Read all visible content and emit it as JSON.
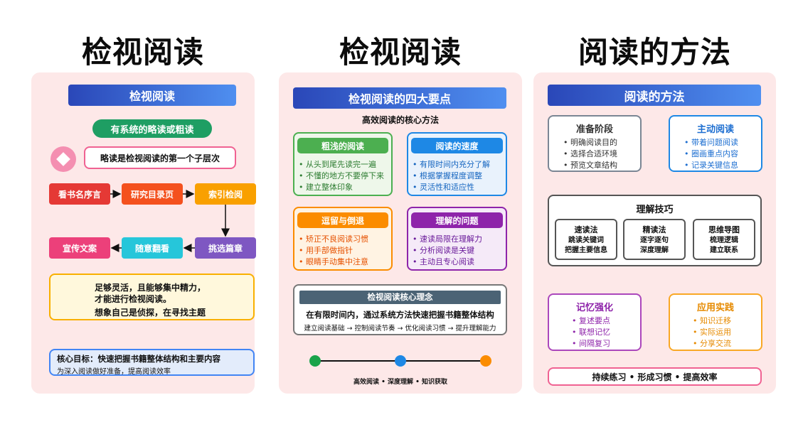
{
  "titles": [
    "检视阅读",
    "检视阅读",
    "阅读的方法"
  ],
  "panel1": {
    "header": "检视阅读",
    "green_pill": "有系统的略读或粗读",
    "note": "略读是检视阅读的第一个子层次",
    "flow": [
      "看书名序言",
      "研究目录页",
      "索引检阅",
      "挑选篇章",
      "随意翻看",
      "宣传文案"
    ],
    "yellow_lines": [
      "足够灵活，且能够集中精力，",
      "才能进行检视阅读。",
      "想象自己是侦探，在寻找主题"
    ],
    "goal_title": "核心目标：快速把握书籍整体结构和主要内容",
    "goal_sub": "为深入阅读做好准备，提高阅读效率"
  },
  "panel2": {
    "header": "检视阅读的四大要点",
    "subtitle": "高效阅读的核心方法",
    "cards": [
      {
        "title": "粗浅的阅读",
        "items": [
          "从头到尾先读完一遍",
          "不懂的地方不要停下来",
          "建立整体印象"
        ],
        "color": "#4caf50",
        "text": "#2e7d32",
        "bg": "#eef7ea"
      },
      {
        "title": "阅读的速度",
        "items": [
          "有限时间内充分了解",
          "根据掌握程度调整",
          "灵活性和适应性"
        ],
        "color": "#1e88e5",
        "text": "#1565c0",
        "bg": "#e9f2fc"
      },
      {
        "title": "逗留与倒退",
        "items": [
          "矫正不良阅读习惯",
          "用手部做指针",
          "眼睛手动集中注意"
        ],
        "color": "#fb8c00",
        "text": "#e65100",
        "bg": "#fff3e3"
      },
      {
        "title": "理解的问题",
        "items": [
          "速读局限在理解力",
          "分析阅读是关键",
          "主动且专心阅读"
        ],
        "color": "#8e24aa",
        "text": "#6a1b9a",
        "bg": "#f5eaf8"
      }
    ],
    "core_title": "检视阅读核心理念",
    "core_line1": "在有限时间内，通过系统方法快速把握书籍整体结构",
    "core_line2": "建立阅读基础 → 控制阅读节奏 → 优化阅读习惯 → 提升理解能力",
    "timeline_caption": "高效阅读 • 深度理解 • 知识获取",
    "timeline_colors": [
      "#1aa34a",
      "#1e88e5",
      "#fb8c00"
    ]
  },
  "panel3": {
    "header": "阅读的方法",
    "prep": {
      "title": "准备阶段",
      "items": [
        "明确阅读目的",
        "选择合适环境",
        "预览文章结构"
      ]
    },
    "active": {
      "title": "主动阅读",
      "items": [
        "带着问题阅读",
        "圈画重点内容",
        "记录关键信息"
      ]
    },
    "skills_title": "理解技巧",
    "skills": [
      {
        "title": "速读法",
        "lines": [
          "跳读关键词",
          "把握主要信息"
        ]
      },
      {
        "title": "精读法",
        "lines": [
          "逐字逐句",
          "深度理解"
        ]
      },
      {
        "title": "思维导图",
        "lines": [
          "梳理逻辑",
          "建立联系"
        ]
      }
    ],
    "memory": {
      "title": "记忆强化",
      "items": [
        "复述要点",
        "联想记忆",
        "间隔复习"
      ]
    },
    "practice": {
      "title": "应用实践",
      "items": [
        "知识迁移",
        "实际运用",
        "分享交流"
      ]
    },
    "footer": "持续练习 • 形成习惯 • 提高效率"
  }
}
